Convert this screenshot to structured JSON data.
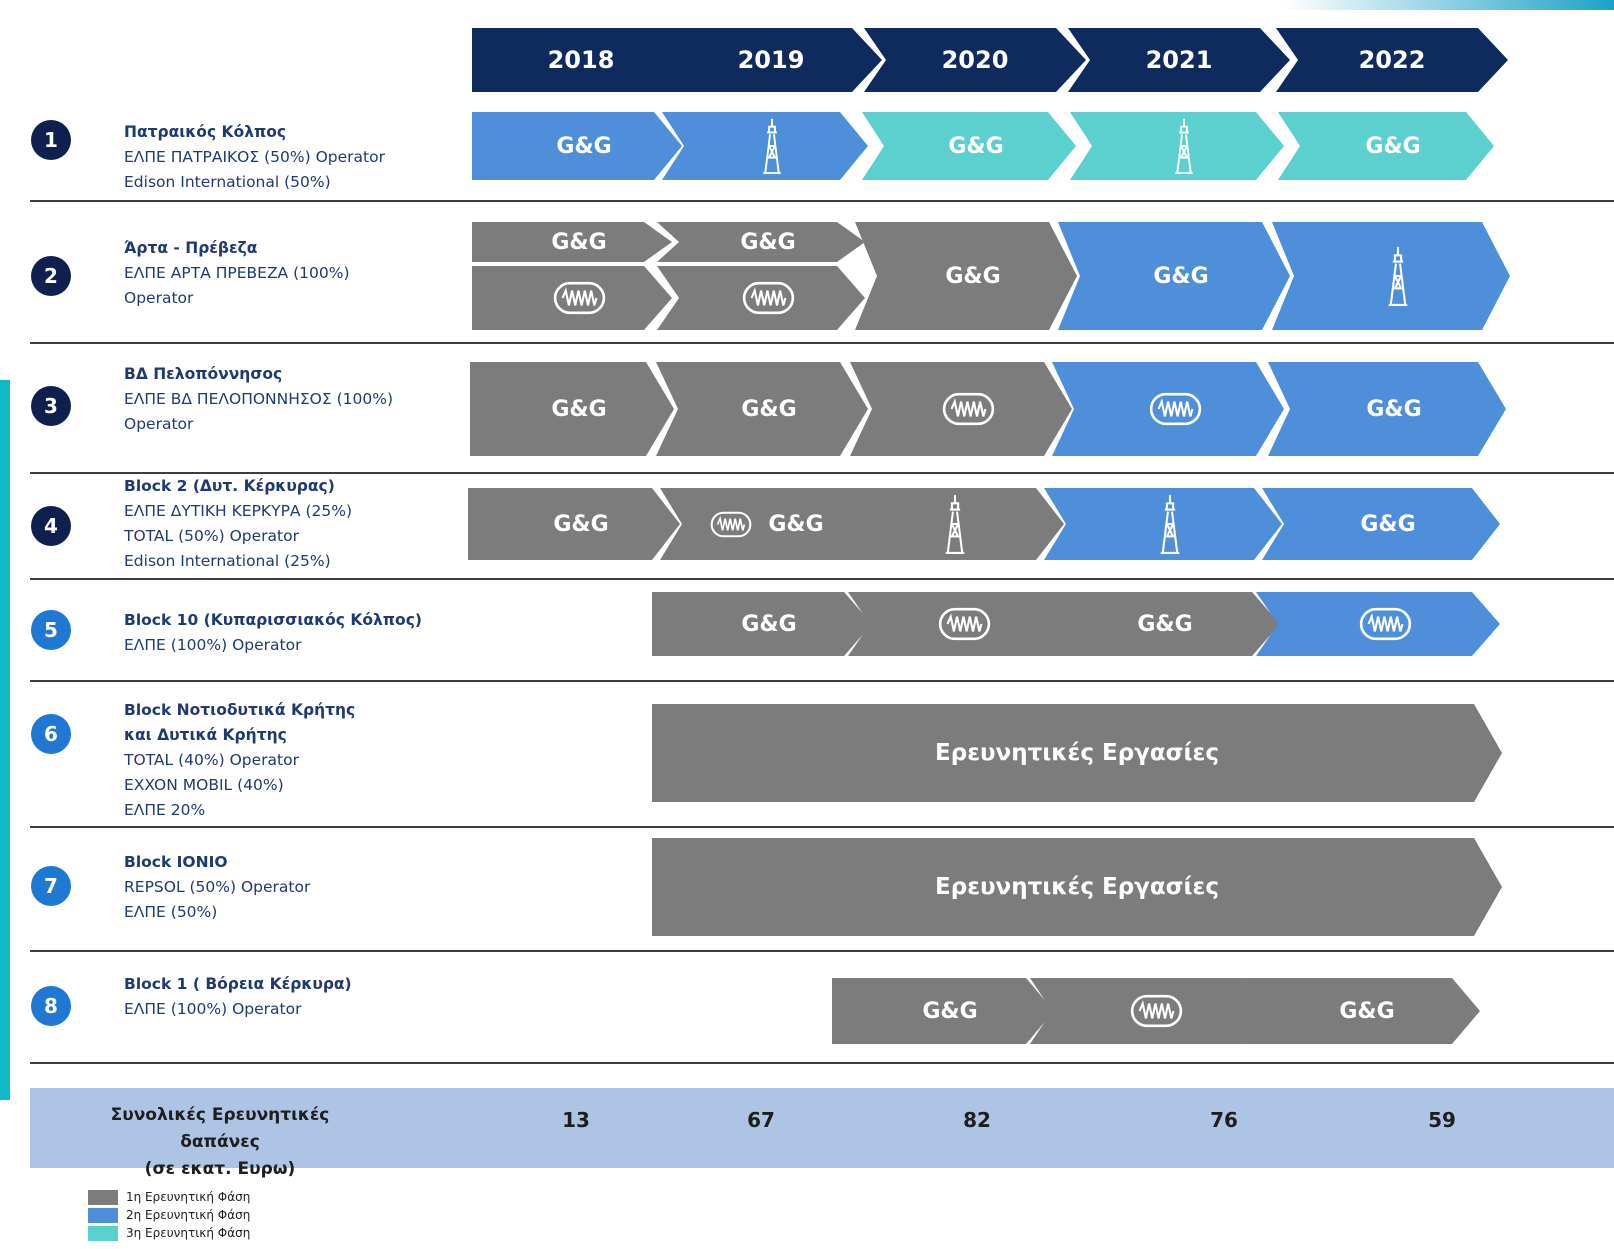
{
  "colors": {
    "phase1": "#7c7c7c",
    "phase2": "#4f8fda",
    "phase3": "#5ccfcf",
    "year_header": "#0f2a5c",
    "cost_bar": "#aec4e4"
  },
  "years": [
    "2018",
    "2019",
    "2020",
    "2021",
    "2022"
  ],
  "gg_label": "G&G",
  "icons": {
    "seismic": "seismic-wave-icon",
    "drilling": "drilling-rig-icon"
  },
  "blocks": [
    {
      "number": "1",
      "title": "Πατραικός Κόλπος",
      "lines": [
        "ΕΛΠΕ ΠΑΤΡΑΙΚΟΣ (50%) Operator",
        "Edison International (50%)"
      ]
    },
    {
      "number": "2",
      "title": "Άρτα - Πρέβεζα",
      "lines": [
        "ΕΛΠΕ ΑΡΤΑ ΠΡΕΒΕΖΑ (100%)",
        "Operator"
      ]
    },
    {
      "number": "3",
      "title": "ΒΔ Πελοπόννησος",
      "lines": [
        "ΕΛΠΕ ΒΔ ΠΕΛΟΠΟΝΝΗΣΟΣ (100%)",
        "Operator"
      ]
    },
    {
      "number": "4",
      "title": "Block 2 (Δυτ. Κέρκυρας)",
      "lines": [
        "ΕΛΠΕ ΔΥΤΙΚΗ ΚΕΡΚΥΡΑ (25%)",
        "TOTAL (50%) Operator",
        "Edison International  (25%)"
      ]
    },
    {
      "number": "5",
      "title": "Block 10 (Κυπαρισσιακός Κόλπος)",
      "lines": [
        "ΕΛΠΕ (100%) Operator"
      ]
    },
    {
      "number": "6",
      "title": "Block Νοτιοδυτικά Κρήτης και Δυτικά Κρήτης",
      "lines": [
        "TOTAL (40%) Operator",
        "EXXON MOBIL (40%)",
        "ΕΛΠΕ 20%"
      ]
    },
    {
      "number": "7",
      "title": "Block IONIO",
      "lines": [
        "REPSOL (50%) Operator",
        "ΕΛΠΕ (50%)"
      ]
    },
    {
      "number": "8",
      "title": "Block 1 ( Βόρεια Κέρκυρα)",
      "lines": [
        "ΕΛΠΕ (100%) Operator"
      ]
    }
  ],
  "exploration_label": "Ερευνητικές Εργασίες",
  "costs": {
    "label_line1": "Συνολικές Ερευνητικές δαπάνες",
    "label_line2": "(σε εκατ. Ευρω)",
    "values": [
      "13",
      "67",
      "82",
      "76",
      "59"
    ]
  },
  "legend": [
    {
      "label": "1η Ερευνητική Φάση",
      "color": "#7c7c7c"
    },
    {
      "label": "2η Ερευνητική Φάση",
      "color": "#4f8fda"
    },
    {
      "label": "3η Ερευνητική Φάση",
      "color": "#5ccfcf"
    }
  ]
}
